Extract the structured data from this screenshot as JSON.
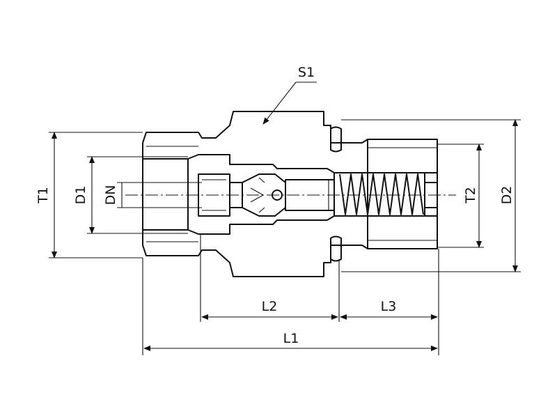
{
  "labels": {
    "s1": "S1",
    "t1": "T1",
    "d1": "D1",
    "dn": "DN",
    "t2": "T2",
    "d2": "D2",
    "l1": "L1",
    "l2": "L2",
    "l3": "L3"
  }
}
